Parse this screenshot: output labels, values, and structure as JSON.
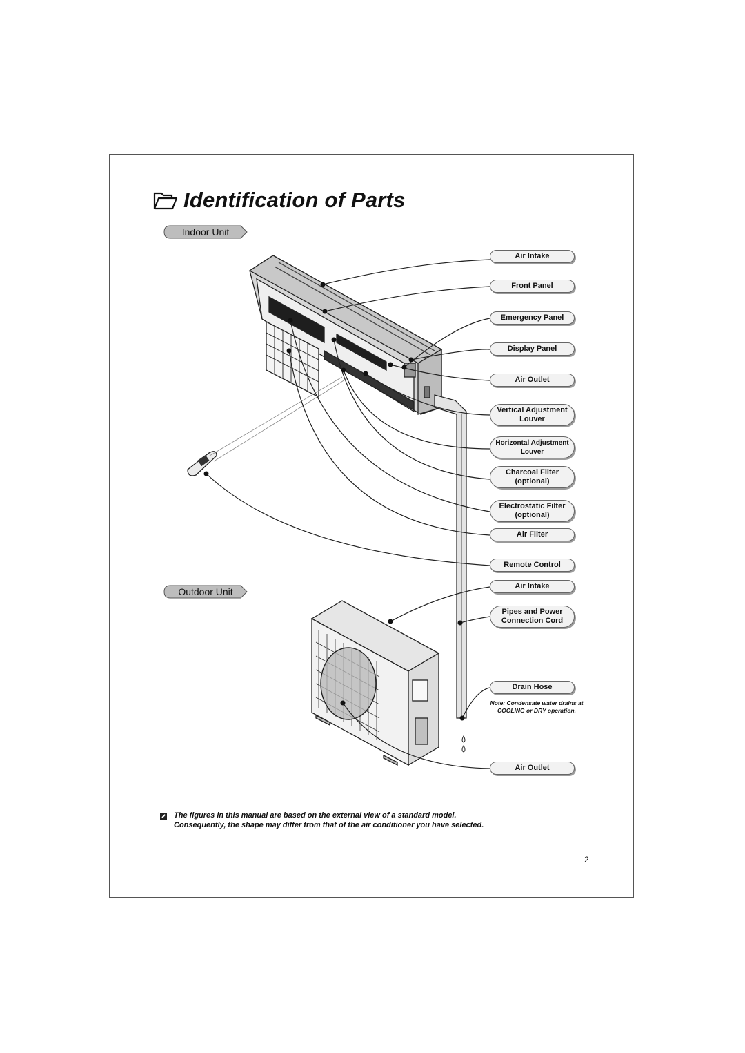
{
  "title": "Identification of Parts",
  "sections": {
    "indoor": "Indoor Unit",
    "outdoor": "Outdoor Unit"
  },
  "indoor_labels": {
    "air_intake": "Air Intake",
    "front_panel": "Front Panel",
    "emergency_panel": "Emergency Panel",
    "display_panel": "Display Panel",
    "air_outlet": "Air Outlet",
    "vertical_louver_1": "Vertical Adjustment",
    "vertical_louver_2": "Louver",
    "horizontal_louver_1": "Horizontal Adjustment",
    "horizontal_louver_2": "Louver",
    "charcoal_filter_1": "Charcoal Filter",
    "charcoal_filter_2": "(optional)",
    "electrostatic_filter_1": "Electrostatic Filter",
    "electrostatic_filter_2": "(optional)",
    "air_filter": "Air Filter",
    "remote_control": "Remote Control"
  },
  "outdoor_labels": {
    "air_intake": "Air Intake",
    "pipes_1": "Pipes and Power",
    "pipes_2": "Connection Cord",
    "drain_hose": "Drain Hose",
    "air_outlet": "Air Outlet"
  },
  "note": "Note: Condensate water drains at COOLING or DRY operation.",
  "footer": {
    "line1": "The figures in this manual are based on the external view of a standard model.",
    "line2": "Consequently, the shape may differ from that of the air conditioner you have selected."
  },
  "page_number": "2",
  "icons": [
    "folder-icon",
    "note-mark-icon"
  ]
}
